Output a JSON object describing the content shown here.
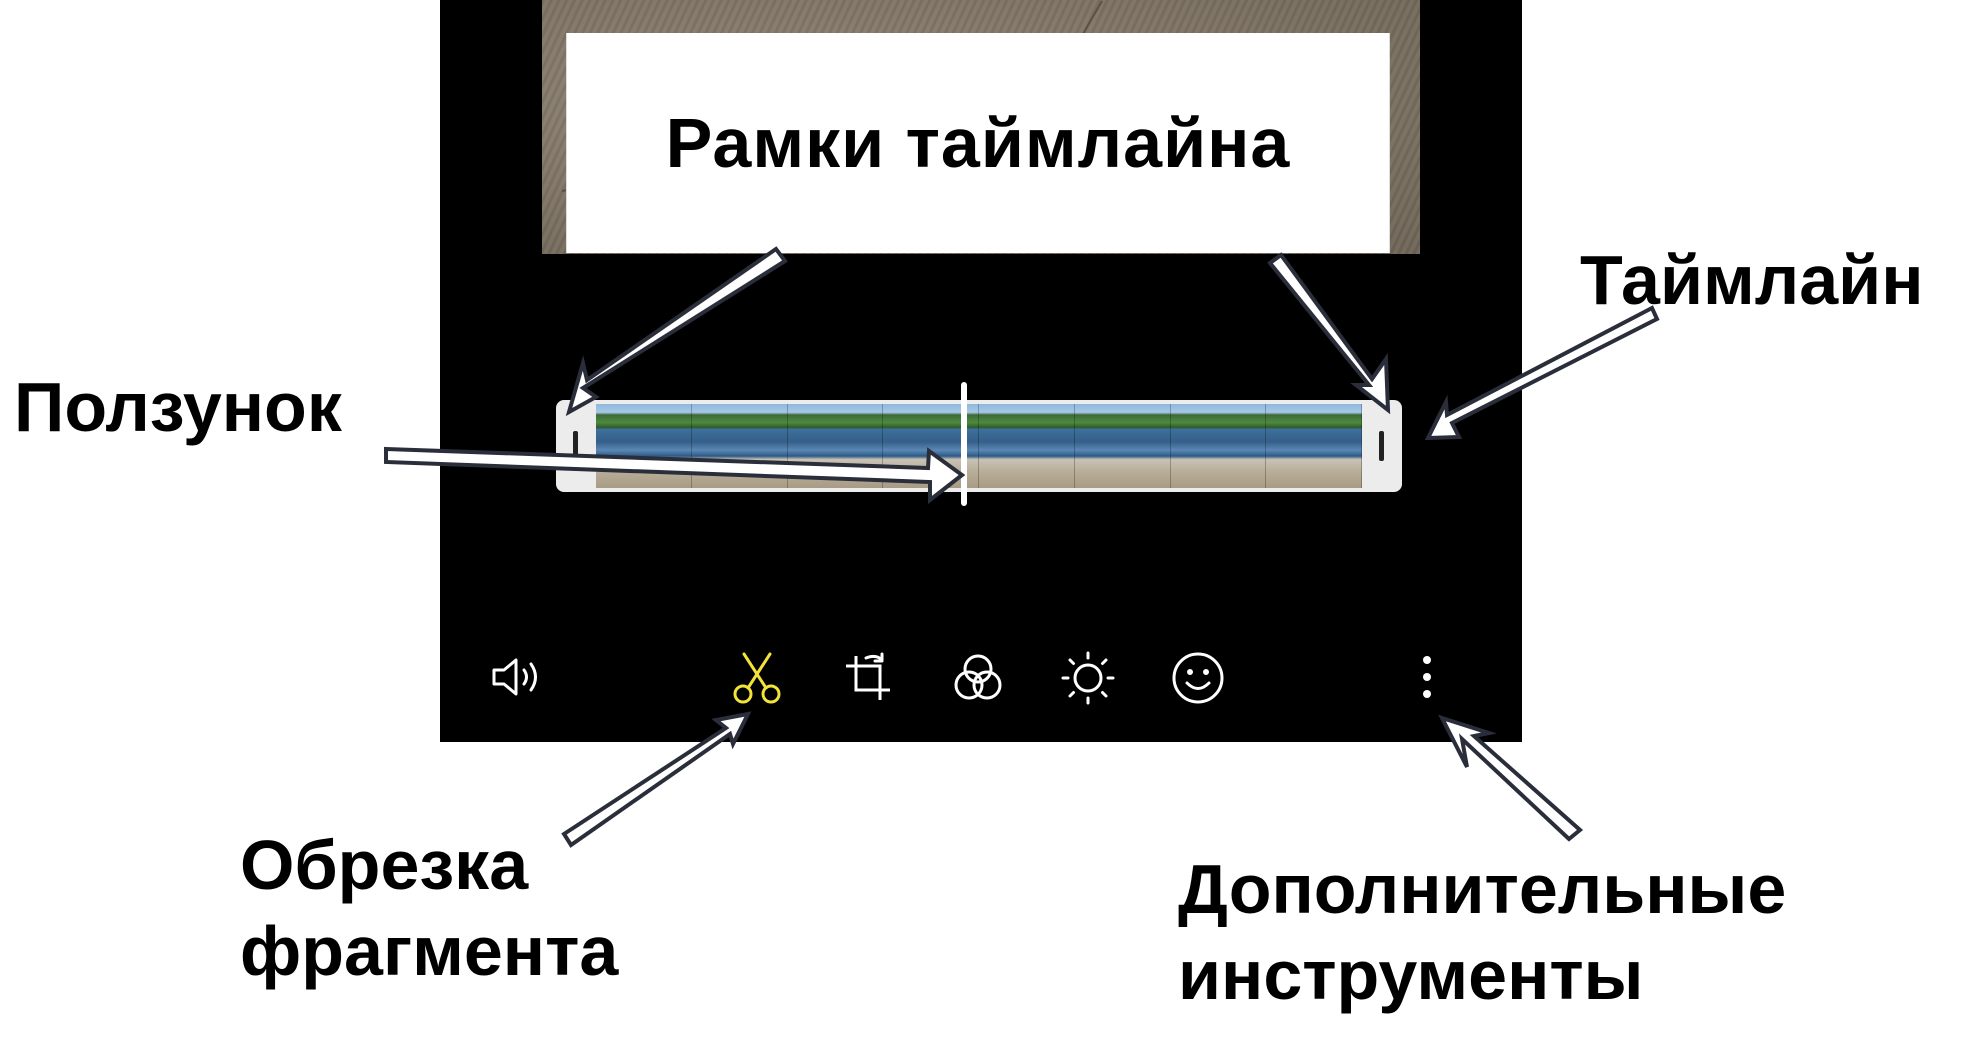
{
  "callouts": {
    "timeline_frames": "Рамки таймлайна",
    "timeline": "Таймлайн",
    "slider": "Ползунок",
    "trim_line1": "Обрезка",
    "trim_line2": "фрагмента",
    "more_line1": "Дополнительные",
    "more_line2": "инструменты"
  },
  "toolbar": {
    "items": [
      {
        "name": "sound-icon",
        "active": false
      },
      {
        "name": "scissors-icon",
        "active": true
      },
      {
        "name": "rotate-crop-icon",
        "active": false
      },
      {
        "name": "filters-icon",
        "active": false
      },
      {
        "name": "brightness-icon",
        "active": false
      },
      {
        "name": "emoji-icon",
        "active": false
      },
      {
        "name": "more-vertical-icon",
        "active": false
      }
    ],
    "active_color": "#f2e33b",
    "icon_color": "#ffffff"
  },
  "timeline": {
    "thumbnail_count": 8,
    "playhead_position": 0.48
  }
}
